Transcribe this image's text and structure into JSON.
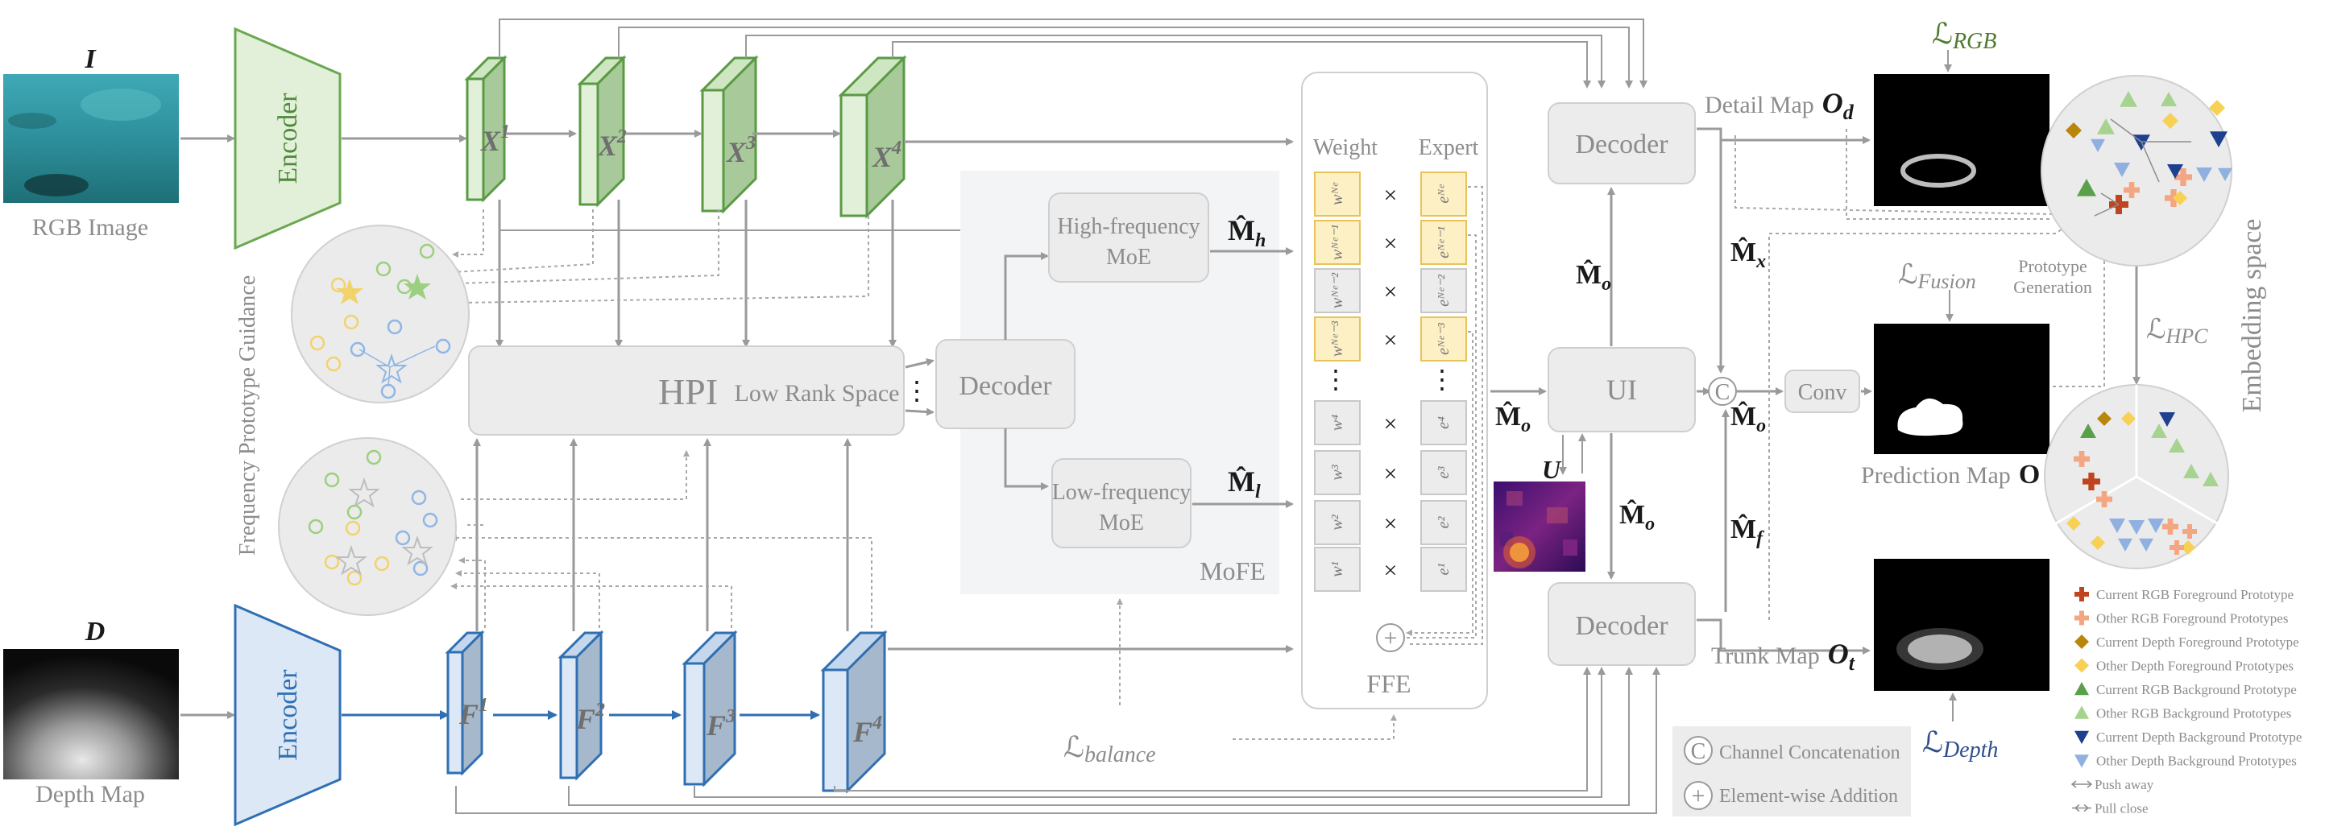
{
  "inputs": {
    "rgb_symbol": "I",
    "rgb_caption": "RGB Image",
    "depth_symbol": "D",
    "depth_caption": "Depth Map"
  },
  "encoders": {
    "rgb_label": "Encoder",
    "depth_label": "Encoder"
  },
  "rgb_features": [
    "X",
    "X",
    "X",
    "X"
  ],
  "rgb_feature_sups": [
    "1",
    "2",
    "3",
    "4"
  ],
  "depth_features": [
    "F",
    "F",
    "F",
    "F"
  ],
  "depth_feature_sups": [
    "1",
    "2",
    "3",
    "4"
  ],
  "side_label": "Frequency Prototype Guidance",
  "hpi": {
    "label": "HPI",
    "sublabel": "Low Rank Space",
    "dots": "⋮"
  },
  "mofe": {
    "decoder_label": "Decoder",
    "high_label_1": "High-frequency",
    "high_label_2": "MoE",
    "low_label_1": "Low-frequency",
    "low_label_2": "MoE",
    "region_label": "MoFE",
    "m_h": "M̂",
    "m_h_sub": "h",
    "m_l": "M̂",
    "m_l_sub": "l"
  },
  "ffe": {
    "weight_header": "Weight",
    "expert_header": "Expert",
    "label": "FFE",
    "times": "×",
    "vdots": "⋮",
    "plus": "+",
    "weights_top": [
      "wᴺᵉ",
      "wᴺᵉ⁻¹",
      "wᴺᵉ⁻²",
      "wᴺᵉ⁻³"
    ],
    "experts_top": [
      "eᴺᵉ",
      "eᴺᵉ⁻¹",
      "eᴺᵉ⁻²",
      "eᴺᵉ⁻³"
    ],
    "weights_bottom": [
      "w⁴",
      "w³",
      "w²",
      "w¹"
    ],
    "experts_bottom": [
      "e⁴",
      "e³",
      "e²",
      "e¹"
    ],
    "highlight_top": [
      true,
      true,
      false,
      true
    ]
  },
  "loss_balance": "ℒ",
  "loss_balance_sub": "balance",
  "decoders": {
    "top_label": "Decoder",
    "ui_label": "UI",
    "bottom_label": "Decoder",
    "m_o": "M̂",
    "m_o_sub": "o",
    "u_label": "U"
  },
  "fusion": {
    "concat_symbol": "C",
    "conv_label": "Conv",
    "m_x": "M̂",
    "m_x_sub": "x",
    "m_o": "M̂",
    "m_o_sub": "o",
    "m_f": "M̂",
    "m_f_sub": "f"
  },
  "outputs": {
    "detail_label": "Detail Map",
    "detail_symbol": "O",
    "detail_sub": "d",
    "prediction_label": "Prediction Map",
    "prediction_symbol": "O",
    "trunk_label": "Trunk Map",
    "trunk_symbol": "O",
    "trunk_sub": "t"
  },
  "losses": {
    "rgb": "ℒ",
    "rgb_sub": "RGB",
    "fusion": "ℒ",
    "fusion_sub": "Fusion",
    "depth": "ℒ",
    "depth_sub": "Depth",
    "hpc": "ℒ",
    "hpc_sub": "HPC"
  },
  "embedding": {
    "space_label": "Embedding space",
    "proto_gen_1": "Prototype",
    "proto_gen_2": "Generation"
  },
  "op_legend": {
    "concat_symbol": "C",
    "concat_label": "Channel Concatenation",
    "add_symbol": "+",
    "add_label": "Element-wise Addition"
  },
  "legend": [
    {
      "label": "Current RGB Foreground Prototype",
      "shape": "cross",
      "color": "#c0441f"
    },
    {
      "label": "Other RGB Foreground Prototypes",
      "shape": "cross",
      "color": "#f4a582"
    },
    {
      "label": "Current Depth Foreground Prototype",
      "shape": "diamond",
      "color": "#b8860b"
    },
    {
      "label": "Other Depth Foreground Prototypes",
      "shape": "diamond",
      "color": "#f7d154"
    },
    {
      "label": "Current RGB Background Prototype",
      "shape": "triangle-up",
      "color": "#5aa04a"
    },
    {
      "label": "Other RGB Background Prototypes",
      "shape": "triangle-up",
      "color": "#a6d38f"
    },
    {
      "label": "Current Depth Background Prototype",
      "shape": "triangle-down",
      "color": "#1f3f8f"
    },
    {
      "label": "Other Depth Background Prototypes",
      "shape": "triangle-down",
      "color": "#8fb0e0"
    },
    {
      "label": "Push away",
      "shape": "push",
      "color": "#8c8c8c"
    },
    {
      "label": "Pull close",
      "shape": "pull",
      "color": "#8c8c8c"
    }
  ]
}
